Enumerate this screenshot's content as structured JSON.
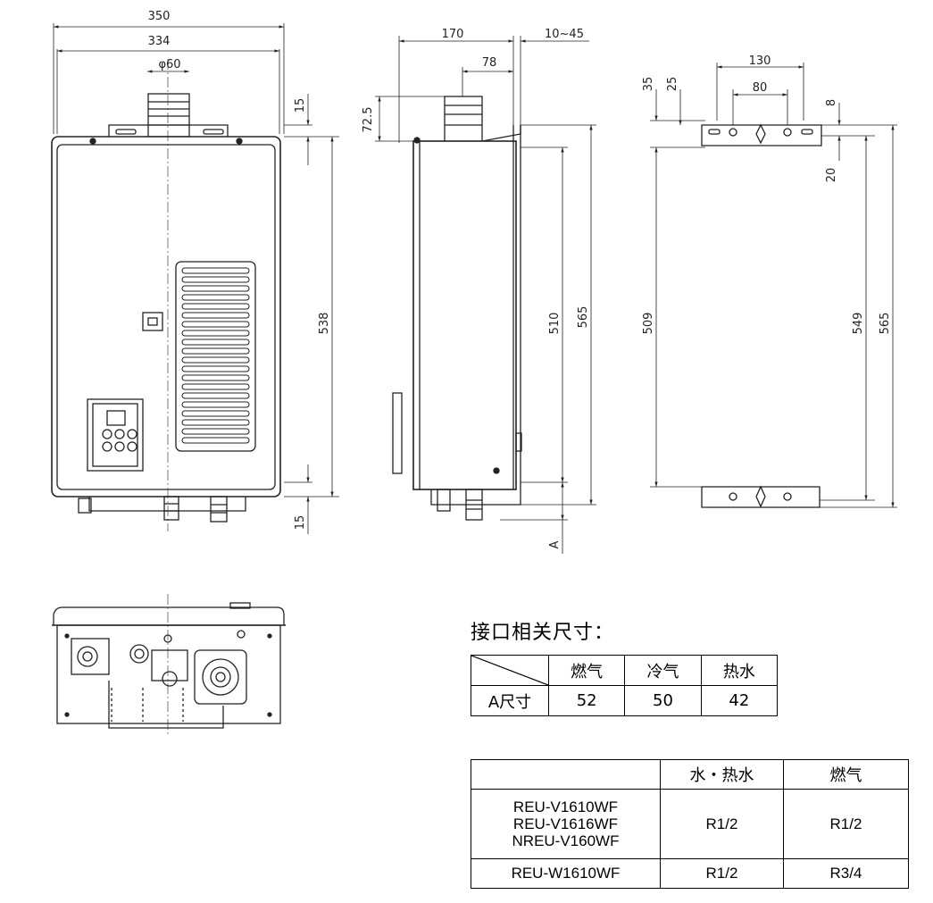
{
  "dimensions": {
    "front": {
      "overall_width": "350",
      "inner_width": "334",
      "flue_diameter": "φ60",
      "top_offset": "15",
      "body_height": "538",
      "bottom_offset": "15"
    },
    "side": {
      "depth": "170",
      "wall_gap": "10~45",
      "flue_offset": "78",
      "flue_height": "72.5",
      "inner_height": "510",
      "overall_height": "565",
      "connection_length_label": "A"
    },
    "bracket": {
      "bracket_width": "130",
      "hole_spacing": "80",
      "top_margin": "35",
      "bracket_top": "25",
      "bracket_thickness": "8",
      "bracket_drop": "20",
      "hole_distance": "509",
      "bracket_distance": "549",
      "overall_height": "565"
    }
  },
  "table_a": {
    "title": "接口相关尺寸：",
    "headers": [
      "燃气",
      "冷气",
      "热水"
    ],
    "row_label": "A尺寸",
    "values": [
      "52",
      "50",
      "42"
    ]
  },
  "table_b": {
    "headers": [
      "",
      "水・热水",
      "燃气"
    ],
    "rows": [
      {
        "models": [
          "REU-V1610WF",
          "REU-V1616WF",
          "NREU-V160WF"
        ],
        "water": "R1/2",
        "gas": "R1/2"
      },
      {
        "models": [
          "REU-W1610WF"
        ],
        "water": "R1/2",
        "gas": "R3/4"
      }
    ]
  }
}
